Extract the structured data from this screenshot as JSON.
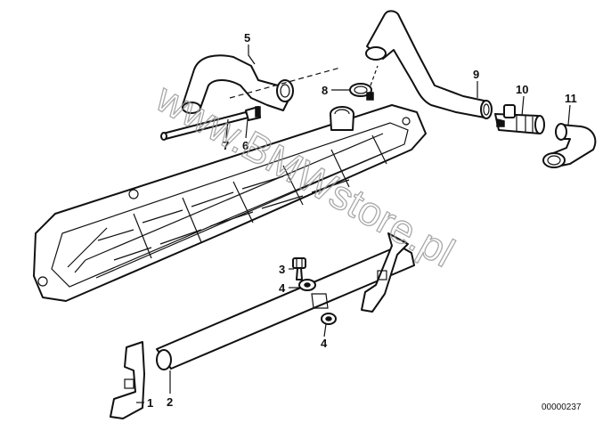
{
  "callouts": [
    {
      "id": "p1",
      "text": "1"
    },
    {
      "id": "p2",
      "text": "2"
    },
    {
      "id": "p3",
      "text": "3"
    },
    {
      "id": "p4a",
      "text": "4"
    },
    {
      "id": "p4b",
      "text": "4"
    },
    {
      "id": "p5",
      "text": "5"
    },
    {
      "id": "p6",
      "text": "6"
    },
    {
      "id": "p7",
      "text": "7"
    },
    {
      "id": "p8",
      "text": "8"
    },
    {
      "id": "p9",
      "text": "9"
    },
    {
      "id": "p10",
      "text": "10"
    },
    {
      "id": "p11",
      "text": "11"
    }
  ],
  "reference_number": "00000237",
  "watermark": "www.BMWstore.pl"
}
